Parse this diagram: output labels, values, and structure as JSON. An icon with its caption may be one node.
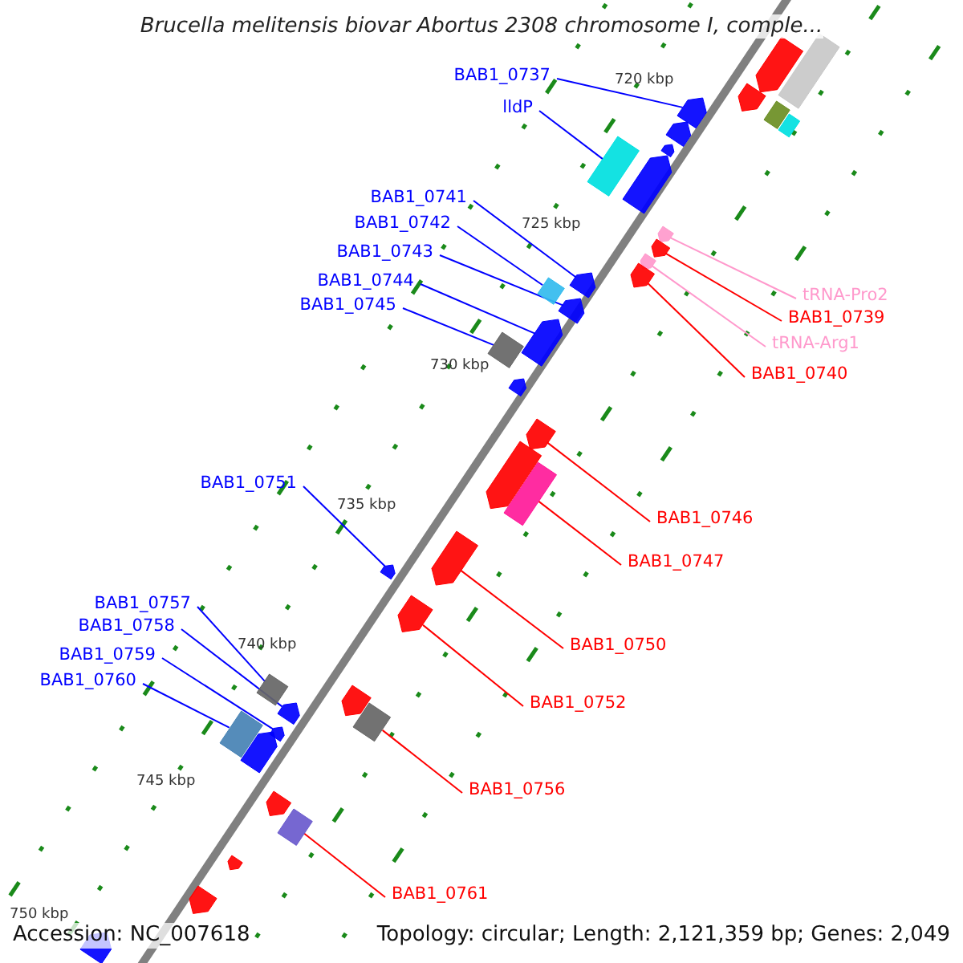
{
  "diagram": {
    "title": "Brucella melitensis biovar Abortus 2308 chromosome I, comple...",
    "nodes": [
      {
        "text": [
          "BAB1_0737"
        ]
      },
      {
        "text": [
          "lldP"
        ]
      },
      {
        "text": [
          "BAB1_0741"
        ]
      },
      {
        "text": [
          "BAB1_0742"
        ]
      },
      {
        "text": [
          "BAB1_0743"
        ]
      },
      {
        "text": [
          "BAB1_0744"
        ]
      },
      {
        "text": [
          "tRNA-Pro2"
        ]
      },
      {
        "text": [
          "BAB1_0745"
        ]
      },
      {
        "text": [
          "BAB1_0739"
        ]
      },
      {
        "text": [
          "tRNA-Arg1"
        ]
      },
      {
        "text": [
          "BAB1_0740"
        ]
      },
      {
        "text": [
          "BAB1_0751"
        ]
      },
      {
        "text": [
          "BAB1_0746"
        ]
      },
      {
        "text": [
          "BAB1_0747"
        ]
      },
      {
        "text": [
          "BAB1_0757"
        ]
      },
      {
        "text": [
          "BAB1_0758"
        ]
      },
      {
        "text": [
          "BAB1_0750"
        ]
      },
      {
        "text": [
          "BAB1_0759"
        ]
      },
      {
        "text": [
          "BAB1_0760"
        ]
      },
      {
        "text": [
          "BAB1_0752"
        ]
      },
      {
        "text": [
          "BAB1_0756"
        ]
      },
      {
        "text": [
          "BAB1_0761"
        ]
      },
      {
        "text": [],
        "shape": "box"
      },
      {
        "text": [],
        "shape": "box"
      },
      {
        "text": [],
        "shape": "box"
      },
      {
        "text": [],
        "shape": "box"
      },
      {
        "text": [],
        "shape": "box"
      },
      {
        "text": [],
        "shape": "box"
      },
      {
        "text": [],
        "shape": "box"
      },
      {
        "text": [],
        "shape": "box"
      },
      {
        "text": [],
        "shape": "box"
      },
      {
        "text": [],
        "shape": "box"
      },
      {
        "text": [],
        "shape": "box"
      },
      {
        "text": [],
        "shape": "box"
      },
      {
        "text": [],
        "shape": "box"
      },
      {
        "text": [],
        "shape": "box"
      },
      {
        "text": [],
        "shape": "box"
      },
      {
        "text": [],
        "shape": "box"
      },
      {
        "text": [],
        "shape": "box"
      },
      {
        "text": [],
        "shape": "box"
      },
      {
        "text": [],
        "shape": "box"
      },
      {
        "text": [],
        "shape": "box"
      },
      {
        "text": [],
        "shape": "box"
      },
      {
        "text": [],
        "shape": "box"
      },
      {
        "text": [],
        "shape": "box"
      },
      {
        "text": [],
        "shape": "box"
      },
      {
        "text": [],
        "shape": "box"
      },
      {
        "text": [],
        "shape": "box"
      },
      {
        "text": [],
        "shape": "box"
      },
      {
        "text": [],
        "shape": "box"
      },
      {
        "text": [],
        "shape": "box"
      },
      {
        "text": [],
        "shape": "box"
      },
      {
        "text": [],
        "shape": "box"
      },
      {
        "text": [],
        "shape": "box"
      },
      {
        "text": [],
        "shape": "box"
      },
      {
        "text": [],
        "shape": "box"
      },
      {
        "text": [],
        "shape": "box"
      },
      {
        "text": [],
        "shape": "box"
      },
      {
        "text": [],
        "shape": "box"
      },
      {
        "text": [],
        "shape": "box"
      }
    ],
    "edges": [
      {
        "from": 0,
        "to": 22,
        "arrow": "none"
      },
      {
        "from": 1,
        "to": 23,
        "arrow": "none"
      },
      {
        "from": 2,
        "to": 24,
        "arrow": "none"
      },
      {
        "from": 3,
        "to": 25,
        "arrow": "none"
      },
      {
        "from": 4,
        "to": 26,
        "arrow": "none"
      },
      {
        "from": 5,
        "to": 27,
        "arrow": "none"
      },
      {
        "from": 6,
        "to": 28,
        "arrow": "none",
        "color": "#ff99cc"
      },
      {
        "from": 7,
        "to": 29,
        "arrow": "none"
      },
      {
        "from": 8,
        "to": 30,
        "arrow": "none",
        "color": "#ff0000"
      },
      {
        "from": 9,
        "to": 31,
        "arrow": "none",
        "color": "#ff99cc"
      },
      {
        "from": 10,
        "to": 32,
        "arrow": "none",
        "color": "#ff0000"
      },
      {
        "from": 11,
        "to": 33,
        "arrow": "none"
      },
      {
        "from": 12,
        "to": 34,
        "arrow": "none",
        "color": "#ff0000"
      },
      {
        "from": 13,
        "to": 35,
        "arrow": "none",
        "color": "#ff0000"
      },
      {
        "from": 14,
        "to": 36,
        "arrow": "none"
      },
      {
        "from": 15,
        "to": 37,
        "arrow": "none"
      },
      {
        "from": 16,
        "to": 38,
        "arrow": "none",
        "color": "#ff0000"
      },
      {
        "from": 17,
        "to": 39,
        "arrow": "none"
      },
      {
        "from": 18,
        "to": 40,
        "arrow": "none"
      },
      {
        "from": 19,
        "to": 41,
        "arrow": "none",
        "color": "#ff0000"
      },
      {
        "from": 20,
        "to": 42,
        "arrow": "none",
        "color": "#ff0000"
      },
      {
        "from": 21,
        "to": 43,
        "arrow": "none",
        "color": "#ff0000"
      }
    ],
    "labels": [
      "720 kbp",
      "725 kbp",
      "730 kbp",
      "735 kbp",
      "740 kbp",
      "745 kbp",
      "750 kbp",
      "Accession: NC_007618",
      "Topology: circular; Length: 2,121,359 bp; Genes: 2,049"
    ]
  }
}
